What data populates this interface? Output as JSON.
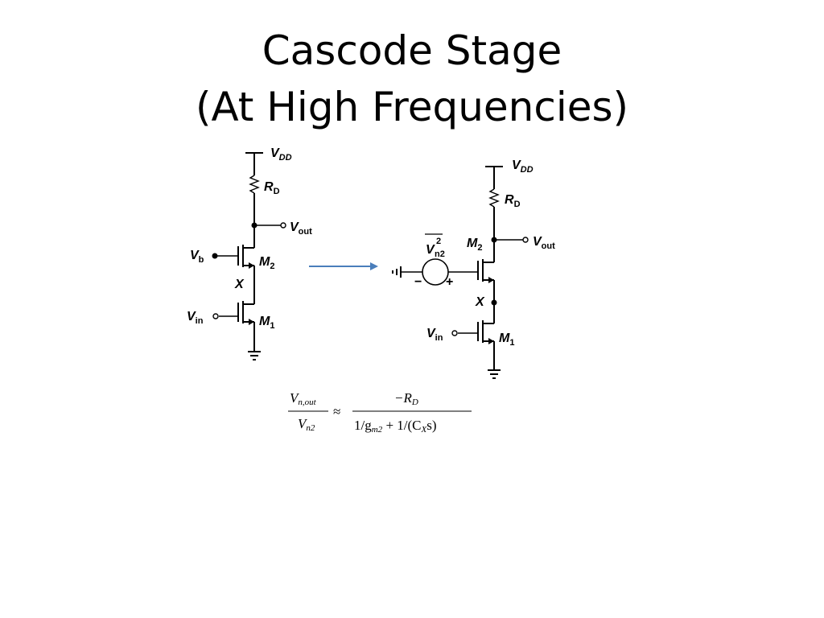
{
  "slide": {
    "title_line1": "Cascode Stage",
    "title_line2": "(At High Frequencies)"
  },
  "left_circuit": {
    "vdd": {
      "main": "V",
      "sub": "DD"
    },
    "rd": {
      "main": "R",
      "sub": "D"
    },
    "vout": {
      "main": "V",
      "sub": "out"
    },
    "vb": {
      "main": "V",
      "sub": "b"
    },
    "m2": {
      "main": "M",
      "sub": "2"
    },
    "node_x": "X",
    "vin": {
      "main": "V",
      "sub": "in"
    },
    "m1": {
      "main": "M",
      "sub": "1"
    }
  },
  "right_circuit": {
    "vdd": {
      "main": "V",
      "sub": "DD"
    },
    "rd": {
      "main": "R",
      "sub": "D"
    },
    "vout": {
      "main": "V",
      "sub": "out"
    },
    "noise_source": {
      "main": "V",
      "sup": "2",
      "sub": "n2",
      "minus": "−",
      "plus": "+"
    },
    "m2": {
      "main": "M",
      "sub": "2"
    },
    "node_x": "X",
    "vin": {
      "main": "V",
      "sub": "in"
    },
    "m1": {
      "main": "M",
      "sub": "1"
    }
  },
  "arrow": {
    "color": "#4a7ebb"
  },
  "equation": {
    "lhs_num": {
      "main": "V",
      "sub": "n,out"
    },
    "lhs_den": {
      "main": "V",
      "sub": "n2"
    },
    "approx": "≈",
    "rhs_num": {
      "pre": "−R",
      "sub": "D"
    },
    "rhs_den": {
      "p1": "1/g",
      "s1": "m2",
      "p2": " + 1/(C",
      "s2": "X",
      "p3": "s)"
    }
  }
}
